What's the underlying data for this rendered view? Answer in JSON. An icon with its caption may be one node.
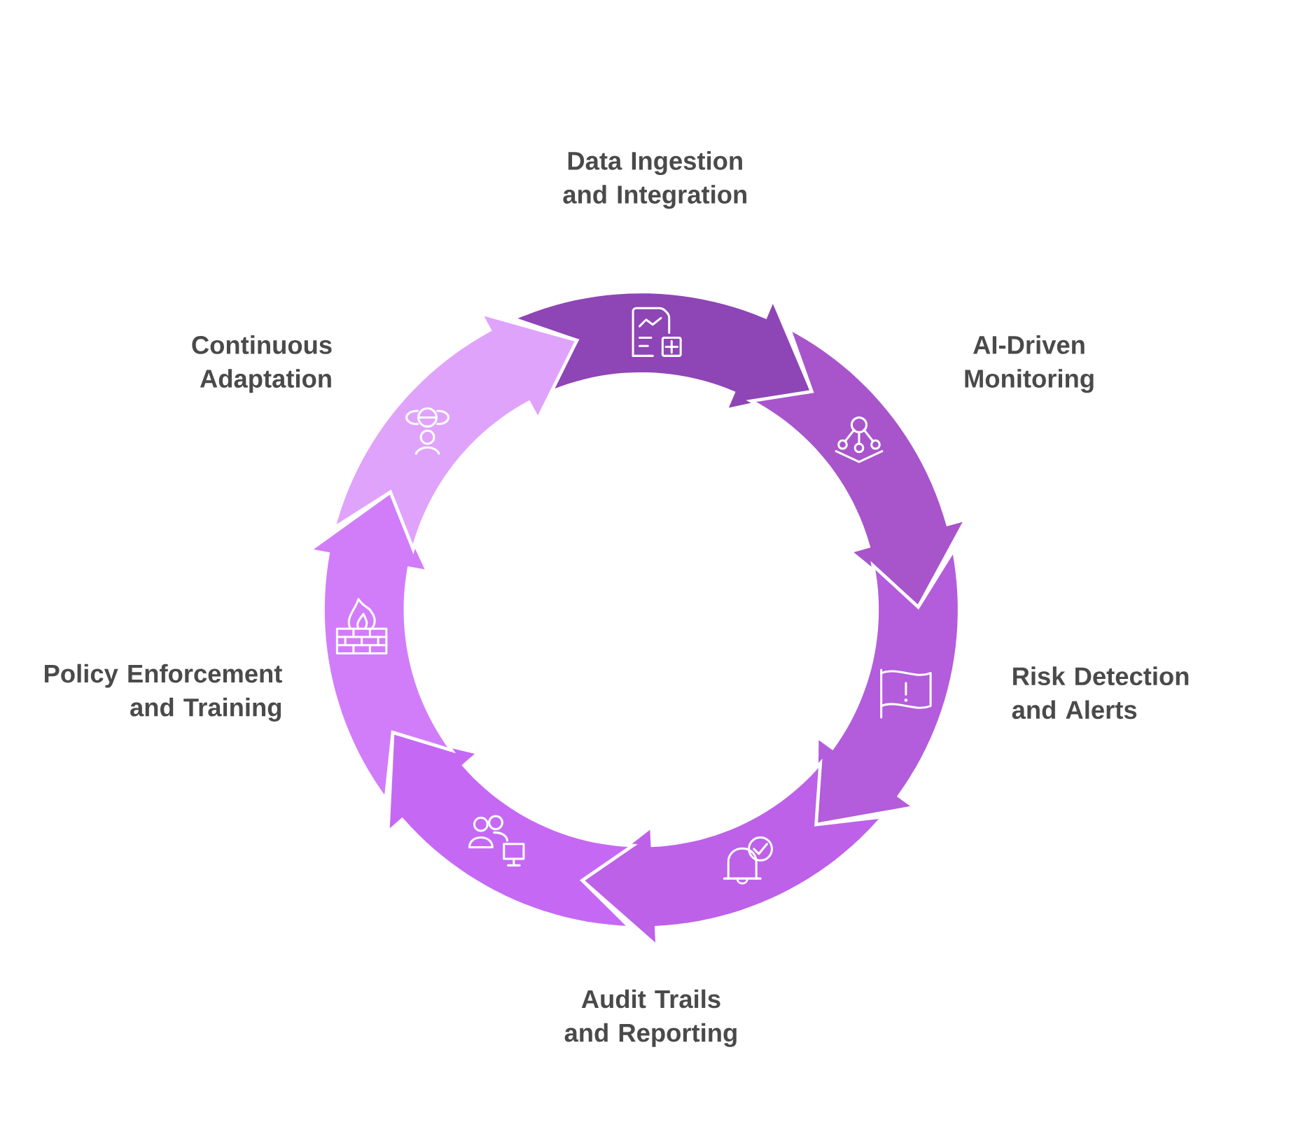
{
  "diagram": {
    "nodes": [
      {
        "text": [],
        "shape": "arrow",
        "beside": [
          "Data Ingestion and Integration"
        ]
      },
      {
        "text": [],
        "shape": "arrow",
        "beside": [
          "AI-Driven Monitoring"
        ]
      },
      {
        "text": [],
        "shape": "arrow",
        "beside": [
          "Risk Detection and Alerts"
        ]
      },
      {
        "text": [],
        "shape": "arrow",
        "beside": [
          "Audit Trails and Reporting"
        ]
      },
      {
        "text": [],
        "shape": "arrow"
      },
      {
        "text": [],
        "shape": "arrow",
        "beside": [
          "Policy Enforcement and Training"
        ]
      },
      {
        "text": [],
        "shape": "arrow",
        "beside": [
          "Continuous Adaptation"
        ]
      }
    ]
  }
}
